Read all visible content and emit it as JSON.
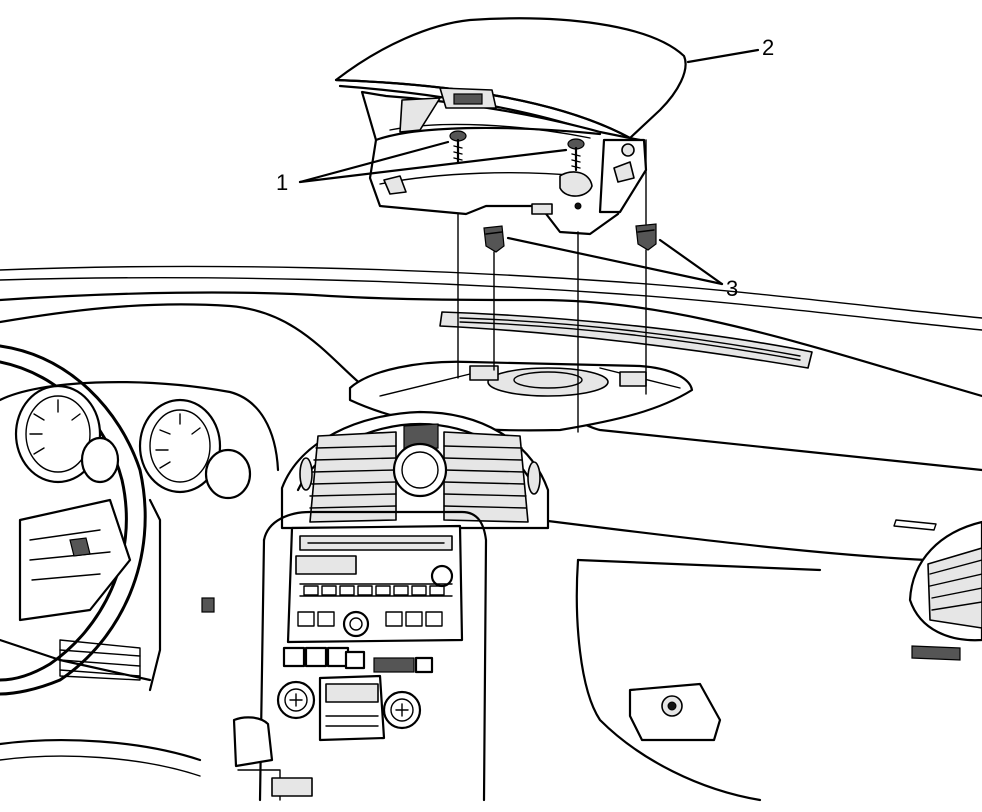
{
  "diagram": {
    "callouts": [
      {
        "id": "fastener",
        "label": "1"
      },
      {
        "id": "cover",
        "label": "2"
      },
      {
        "id": "retainer",
        "label": "3"
      }
    ]
  }
}
